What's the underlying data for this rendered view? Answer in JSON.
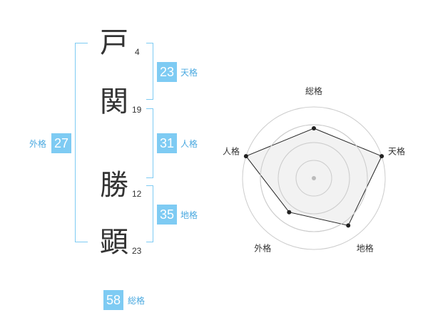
{
  "name_chars": [
    {
      "char": "戸",
      "strokes": "4"
    },
    {
      "char": "関",
      "strokes": "19"
    },
    {
      "char": "勝",
      "strokes": "12"
    },
    {
      "char": "顕",
      "strokes": "23"
    }
  ],
  "fortunes": {
    "tenkaku": {
      "value": "23",
      "label": "天格"
    },
    "jinkaku": {
      "value": "31",
      "label": "人格"
    },
    "chikaku": {
      "value": "35",
      "label": "地格"
    },
    "gaikaku": {
      "value": "27",
      "label": "外格"
    },
    "soukaku": {
      "value": "58",
      "label": "総格"
    }
  },
  "chart_data": {
    "type": "radar",
    "axes": [
      "総格",
      "天格",
      "地格",
      "外格",
      "人格"
    ],
    "values": [
      0.7,
      1.0,
      0.82,
      0.59,
      1.0
    ],
    "rings": 4,
    "colors": {
      "fill": "#eeeeee",
      "line": "#222222",
      "ring": "#cccccc",
      "center": "#bbbbbb"
    }
  }
}
